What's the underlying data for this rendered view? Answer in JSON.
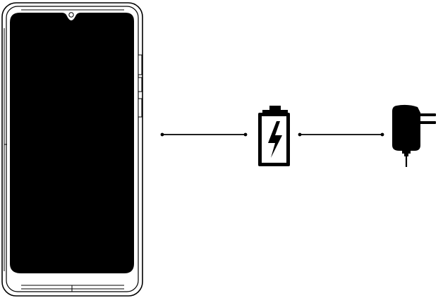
{
  "diagram": {
    "background": "#ffffff",
    "ink": "#000000",
    "components": [
      {
        "name": "smartphone",
        "icon": "phone-icon"
      },
      {
        "name": "connector-line-phone-battery",
        "icon": "line"
      },
      {
        "name": "battery",
        "icon": "battery-charging-icon"
      },
      {
        "name": "connector-line-battery-charger",
        "icon": "line"
      },
      {
        "name": "wall-charger",
        "icon": "wall-charger-icon"
      }
    ]
  }
}
